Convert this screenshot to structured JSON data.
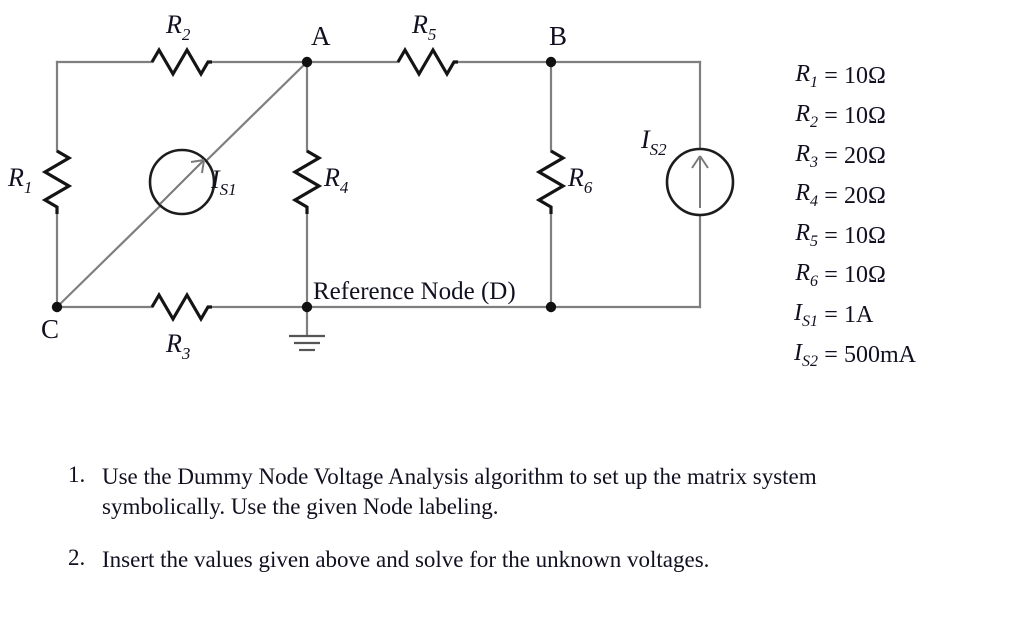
{
  "circuit": {
    "title": "Node voltage analysis circuit",
    "nodes": [
      {
        "id": "A",
        "label": "A"
      },
      {
        "id": "B",
        "label": "B"
      },
      {
        "id": "C",
        "label": "C"
      },
      {
        "id": "D",
        "label": "Reference Node (D)"
      }
    ],
    "resistors": [
      {
        "id": "R1",
        "base": "R",
        "sub": "1",
        "orientation": "vertical",
        "label_side": "left"
      },
      {
        "id": "R2",
        "base": "R",
        "sub": "2",
        "orientation": "horizontal",
        "label_side": "above"
      },
      {
        "id": "R3",
        "base": "R",
        "sub": "3",
        "orientation": "horizontal",
        "label_side": "below"
      },
      {
        "id": "R4",
        "base": "R",
        "sub": "4",
        "orientation": "vertical",
        "label_side": "right"
      },
      {
        "id": "R5",
        "base": "R",
        "sub": "5",
        "orientation": "horizontal",
        "label_side": "above"
      },
      {
        "id": "R6",
        "base": "R",
        "sub": "6",
        "orientation": "vertical",
        "label_side": "right"
      }
    ],
    "sources": [
      {
        "id": "IS1",
        "base": "I",
        "sub": "S1",
        "type": "current-source",
        "arrow": "up-right",
        "label_side": "right"
      },
      {
        "id": "IS2",
        "base": "I",
        "sub": "S2",
        "type": "current-source",
        "arrow": "up",
        "label_side": "upper-left"
      }
    ],
    "ground": {
      "at_node": "D",
      "symbol": "earth-ground"
    }
  },
  "values": {
    "rows": [
      {
        "symbol": "R",
        "sub": "1",
        "eq": "=",
        "value": "10Ω"
      },
      {
        "symbol": "R",
        "sub": "2",
        "eq": "=",
        "value": "10Ω"
      },
      {
        "symbol": "R",
        "sub": "3",
        "eq": "=",
        "value": "20Ω"
      },
      {
        "symbol": "R",
        "sub": "4",
        "eq": "=",
        "value": "20Ω"
      },
      {
        "symbol": "R",
        "sub": "5",
        "eq": "=",
        "value": "10Ω"
      },
      {
        "symbol": "R",
        "sub": "6",
        "eq": "=",
        "value": "10Ω"
      },
      {
        "symbol": "I",
        "sub": "S1",
        "eq": "=",
        "value": "1A"
      },
      {
        "symbol": "I",
        "sub": "S2",
        "eq": "=",
        "value": "500mA"
      }
    ]
  },
  "questions": [
    {
      "number": "1.",
      "text": "Use the Dummy Node Voltage Analysis algorithm to set up the matrix system symbolically. Use the given Node labeling."
    },
    {
      "number": "2.",
      "text": "Insert the values given above and solve for the unknown voltages."
    }
  ],
  "colors": {
    "wire": "#7f7f7f",
    "component": "#141414",
    "text": "#101020",
    "background": "#ffffff"
  }
}
